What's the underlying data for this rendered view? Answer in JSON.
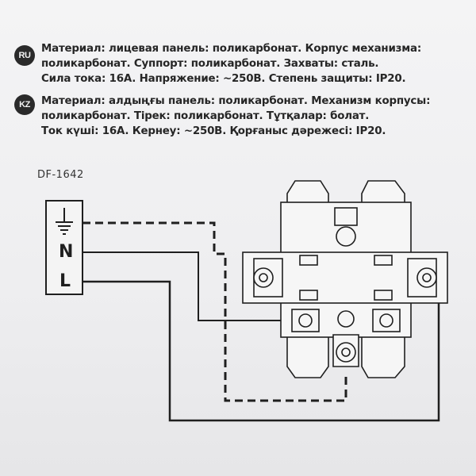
{
  "text": {
    "ru_badge": "RU",
    "ru_line1": "Материал: лицевая панель: поликарбонат. Корпус механизма:",
    "ru_line2": "поликарбонат. Суппорт: поликарбонат. Захваты: сталь.",
    "ru_line3": "Сила тока: 16A. Напряжение: ~250B. Степень защиты: IP20.",
    "kz_badge": "KZ",
    "kz_line1": "Материал: алдыңғы панель: поликарбонат. Механизм корпусы:",
    "kz_line2": "поликарбонат. Тірек: поликарбонат. Тұтқалар: болат.",
    "kz_line3": "Ток күші: 16A. Кернеу: ~250B. Қорғаныс дәрежесі: IP20.",
    "model": "DF-1642"
  },
  "terminal": {
    "ground_symbol": "ground-icon",
    "neutral_label": "N",
    "line_label": "L"
  },
  "colors": {
    "ink": "#1f1f1f",
    "paper": "#f0f0f2",
    "device_fill": "#f6f6f6"
  }
}
